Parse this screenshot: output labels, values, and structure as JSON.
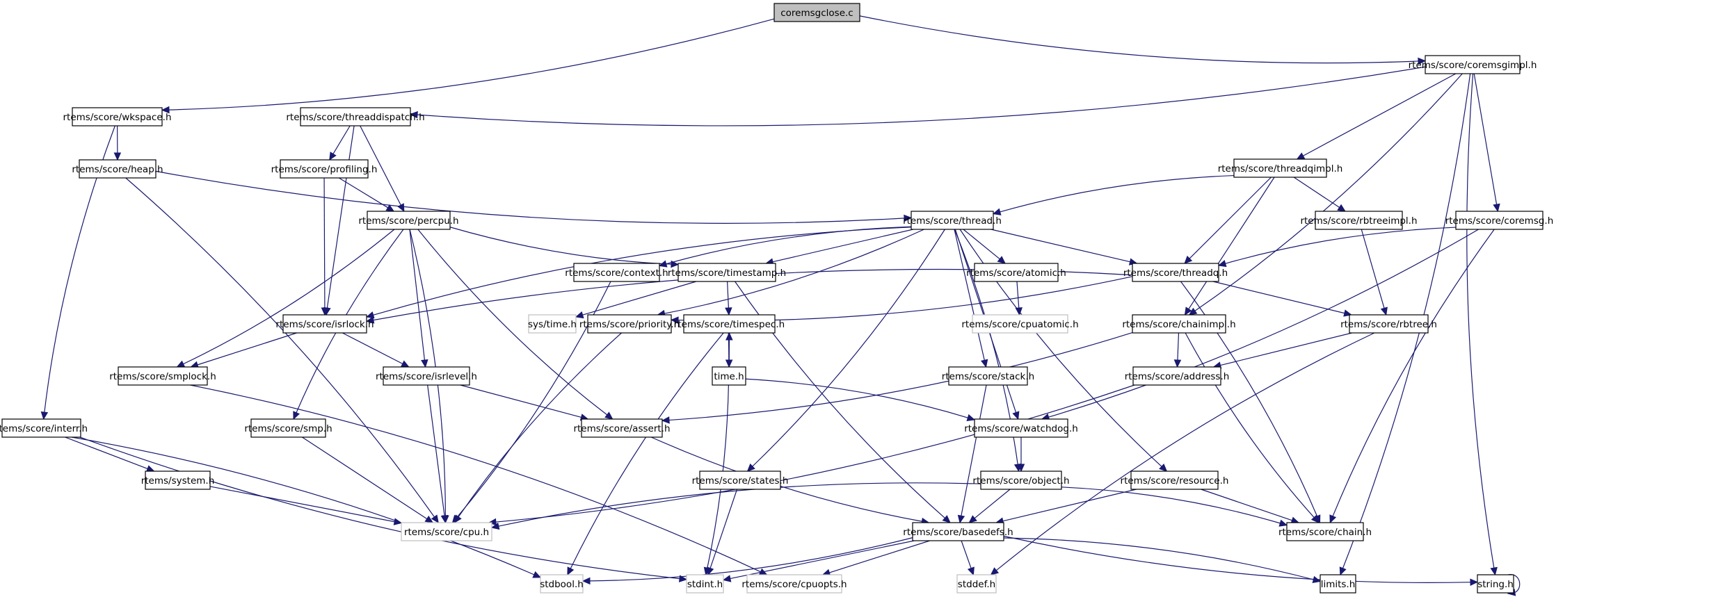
{
  "title": "coremsgclose.c",
  "colors": {
    "edge": "#191970",
    "root_fill": "#bfbfbf",
    "missing_border": "#bfbfbf"
  },
  "nodes": [
    {
      "id": "coremsgclose",
      "label": "coremsgclose.c",
      "kind": "root"
    },
    {
      "id": "wkspace",
      "label": "rtems/score/wkspace.h",
      "kind": "normal"
    },
    {
      "id": "coremsgimpl",
      "label": "rtems/score/coremsgimpl.h",
      "kind": "normal"
    },
    {
      "id": "threaddispatch",
      "label": "rtems/score/threaddispatch.h",
      "kind": "normal"
    },
    {
      "id": "heap",
      "label": "rtems/score/heap.h",
      "kind": "normal"
    },
    {
      "id": "profiling",
      "label": "rtems/score/profiling.h",
      "kind": "normal"
    },
    {
      "id": "threadqimpl",
      "label": "rtems/score/threadqimpl.h",
      "kind": "normal"
    },
    {
      "id": "percpu",
      "label": "rtems/score/percpu.h",
      "kind": "normal"
    },
    {
      "id": "thread",
      "label": "rtems/score/thread.h",
      "kind": "normal"
    },
    {
      "id": "rbtreeimpl",
      "label": "rtems/score/rbtreeimpl.h",
      "kind": "normal"
    },
    {
      "id": "coremsg",
      "label": "rtems/score/coremsg.h",
      "kind": "normal"
    },
    {
      "id": "context",
      "label": "rtems/score/context.h",
      "kind": "normal"
    },
    {
      "id": "timestamp",
      "label": "rtems/score/timestamp.h",
      "kind": "normal"
    },
    {
      "id": "atomic",
      "label": "rtems/score/atomic.h",
      "kind": "normal"
    },
    {
      "id": "threadq",
      "label": "rtems/score/threadq.h",
      "kind": "normal"
    },
    {
      "id": "isrlock",
      "label": "rtems/score/isrlock.h",
      "kind": "normal"
    },
    {
      "id": "systime",
      "label": "sys/time.h",
      "kind": "missing"
    },
    {
      "id": "priority",
      "label": "rtems/score/priority.h",
      "kind": "normal"
    },
    {
      "id": "timespec",
      "label": "rtems/score/timespec.h",
      "kind": "normal"
    },
    {
      "id": "cpuatomic",
      "label": "rtems/score/cpuatomic.h",
      "kind": "missing"
    },
    {
      "id": "chainimpl",
      "label": "rtems/score/chainimpl.h",
      "kind": "normal"
    },
    {
      "id": "rbtree",
      "label": "rtems/score/rbtree.h",
      "kind": "normal"
    },
    {
      "id": "smplock",
      "label": "rtems/score/smplock.h",
      "kind": "normal"
    },
    {
      "id": "isrlevel",
      "label": "rtems/score/isrlevel.h",
      "kind": "normal"
    },
    {
      "id": "timeh",
      "label": "time.h",
      "kind": "normal"
    },
    {
      "id": "stack",
      "label": "rtems/score/stack.h",
      "kind": "normal"
    },
    {
      "id": "address",
      "label": "rtems/score/address.h",
      "kind": "normal"
    },
    {
      "id": "interr",
      "label": "rtems/score/interr.h",
      "kind": "normal"
    },
    {
      "id": "smp",
      "label": "rtems/score/smp.h",
      "kind": "normal"
    },
    {
      "id": "assert",
      "label": "rtems/score/assert.h",
      "kind": "normal"
    },
    {
      "id": "watchdog",
      "label": "rtems/score/watchdog.h",
      "kind": "normal"
    },
    {
      "id": "system",
      "label": "rtems/system.h",
      "kind": "normal"
    },
    {
      "id": "states",
      "label": "rtems/score/states.h",
      "kind": "normal"
    },
    {
      "id": "object",
      "label": "rtems/score/object.h",
      "kind": "normal"
    },
    {
      "id": "resource",
      "label": "rtems/score/resource.h",
      "kind": "normal"
    },
    {
      "id": "cpu",
      "label": "rtems/score/cpu.h",
      "kind": "missing"
    },
    {
      "id": "basedefs",
      "label": "rtems/score/basedefs.h",
      "kind": "normal"
    },
    {
      "id": "chain",
      "label": "rtems/score/chain.h",
      "kind": "normal"
    },
    {
      "id": "stdbool",
      "label": "stdbool.h",
      "kind": "missing"
    },
    {
      "id": "stdint",
      "label": "stdint.h",
      "kind": "missing"
    },
    {
      "id": "cpuopts",
      "label": "rtems/score/cpuopts.h",
      "kind": "missing"
    },
    {
      "id": "stddef",
      "label": "stddef.h",
      "kind": "missing"
    },
    {
      "id": "limits",
      "label": "limits.h",
      "kind": "normal"
    },
    {
      "id": "string",
      "label": "string.h",
      "kind": "normal"
    }
  ],
  "edges": [
    [
      "coremsgclose",
      "wkspace"
    ],
    [
      "coremsgclose",
      "coremsgimpl"
    ],
    [
      "wkspace",
      "heap"
    ],
    [
      "wkspace",
      "interr"
    ],
    [
      "coremsgimpl",
      "threaddispatch"
    ],
    [
      "coremsgimpl",
      "threadqimpl"
    ],
    [
      "coremsgimpl",
      "chainimpl"
    ],
    [
      "coremsgimpl",
      "coremsg"
    ],
    [
      "coremsgimpl",
      "limits"
    ],
    [
      "coremsgimpl",
      "string"
    ],
    [
      "threaddispatch",
      "profiling"
    ],
    [
      "threaddispatch",
      "percpu"
    ],
    [
      "threaddispatch",
      "isrlock"
    ],
    [
      "heap",
      "thread"
    ],
    [
      "heap",
      "cpu"
    ],
    [
      "profiling",
      "percpu"
    ],
    [
      "profiling",
      "isrlock"
    ],
    [
      "threadqimpl",
      "thread"
    ],
    [
      "threadqimpl",
      "threadq"
    ],
    [
      "threadqimpl",
      "rbtreeimpl"
    ],
    [
      "threadqimpl",
      "chainimpl"
    ],
    [
      "percpu",
      "timestamp"
    ],
    [
      "percpu",
      "smplock"
    ],
    [
      "percpu",
      "smp"
    ],
    [
      "percpu",
      "isrlevel"
    ],
    [
      "percpu",
      "assert"
    ],
    [
      "percpu",
      "cpu"
    ],
    [
      "thread",
      "context"
    ],
    [
      "thread",
      "timestamp"
    ],
    [
      "thread",
      "atomic"
    ],
    [
      "thread",
      "threadq"
    ],
    [
      "thread",
      "isrlock"
    ],
    [
      "thread",
      "priority"
    ],
    [
      "thread",
      "stack"
    ],
    [
      "thread",
      "states"
    ],
    [
      "thread",
      "watchdog"
    ],
    [
      "thread",
      "object"
    ],
    [
      "thread",
      "resource"
    ],
    [
      "rbtreeimpl",
      "rbtree"
    ],
    [
      "coremsg",
      "threadq"
    ],
    [
      "coremsg",
      "watchdog"
    ],
    [
      "coremsg",
      "chain"
    ],
    [
      "context",
      "cpu"
    ],
    [
      "timestamp",
      "systime"
    ],
    [
      "timestamp",
      "timespec"
    ],
    [
      "timestamp",
      "basedefs"
    ],
    [
      "atomic",
      "cpuatomic"
    ],
    [
      "threadq",
      "isrlock"
    ],
    [
      "threadq",
      "priority"
    ],
    [
      "threadq",
      "rbtree"
    ],
    [
      "threadq",
      "chain"
    ],
    [
      "isrlock",
      "smplock"
    ],
    [
      "isrlock",
      "isrlevel"
    ],
    [
      "priority",
      "cpu"
    ],
    [
      "timespec",
      "timeh"
    ],
    [
      "timespec",
      "stdbool"
    ],
    [
      "timespec",
      "stdint"
    ],
    [
      "chainimpl",
      "address"
    ],
    [
      "chainimpl",
      "assert"
    ],
    [
      "chainimpl",
      "chain"
    ],
    [
      "rbtree",
      "address"
    ],
    [
      "rbtree",
      "stddef"
    ],
    [
      "smplock",
      "cpuopts"
    ],
    [
      "isrlevel",
      "assert"
    ],
    [
      "isrlevel",
      "cpu"
    ],
    [
      "timeh",
      "timespec"
    ],
    [
      "timeh",
      "watchdog"
    ],
    [
      "stack",
      "basedefs"
    ],
    [
      "address",
      "cpu"
    ],
    [
      "interr",
      "system"
    ],
    [
      "interr",
      "stdbool"
    ],
    [
      "interr",
      "stdint"
    ],
    [
      "smp",
      "cpu"
    ],
    [
      "assert",
      "basedefs"
    ],
    [
      "watchdog",
      "object"
    ],
    [
      "system",
      "cpu"
    ],
    [
      "states",
      "stdint"
    ],
    [
      "object",
      "basedefs"
    ],
    [
      "object",
      "chain"
    ],
    [
      "object",
      "cpu"
    ],
    [
      "resource",
      "basedefs"
    ],
    [
      "resource",
      "chain"
    ],
    [
      "basedefs",
      "stdbool"
    ],
    [
      "basedefs",
      "stdint"
    ],
    [
      "basedefs",
      "cpuopts"
    ],
    [
      "basedefs",
      "stddef"
    ],
    [
      "basedefs",
      "limits"
    ],
    [
      "basedefs",
      "string"
    ],
    [
      "string",
      "string"
    ]
  ]
}
